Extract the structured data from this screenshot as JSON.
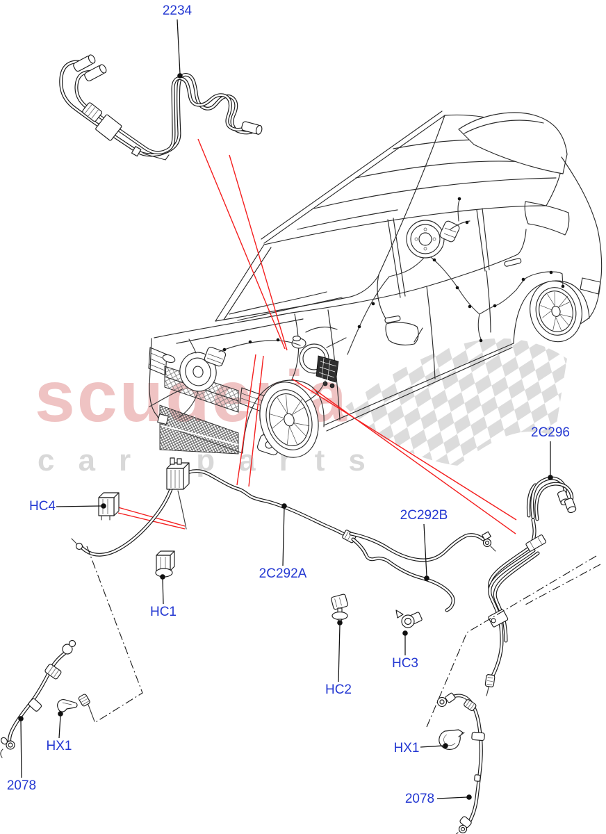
{
  "diagram": {
    "watermark": {
      "primary": "scuderia",
      "secondary": "car parts"
    },
    "colors": {
      "label_blue": "#2438d2",
      "leader_red": "#f42020",
      "line": "#1c1c1c",
      "watermark_pink": "#efc3c3",
      "watermark_gray": "#d8d8d8",
      "checker_gray": "#dcdcdc"
    },
    "labels": [
      {
        "id": "2234",
        "text": "2234"
      },
      {
        "id": "hc4",
        "text": "HC4"
      },
      {
        "id": "2c292a",
        "text": "2C292A"
      },
      {
        "id": "hc1",
        "text": "HC1"
      },
      {
        "id": "2c292b",
        "text": "2C292B"
      },
      {
        "id": "hc2",
        "text": "HC2"
      },
      {
        "id": "hc3",
        "text": "HC3"
      },
      {
        "id": "2c296",
        "text": "2C296"
      },
      {
        "id": "hx1-left",
        "text": "HX1"
      },
      {
        "id": "2078-left",
        "text": "2078"
      },
      {
        "id": "hx1-right",
        "text": "HX1"
      },
      {
        "id": "2078-right",
        "text": "2078"
      }
    ]
  }
}
